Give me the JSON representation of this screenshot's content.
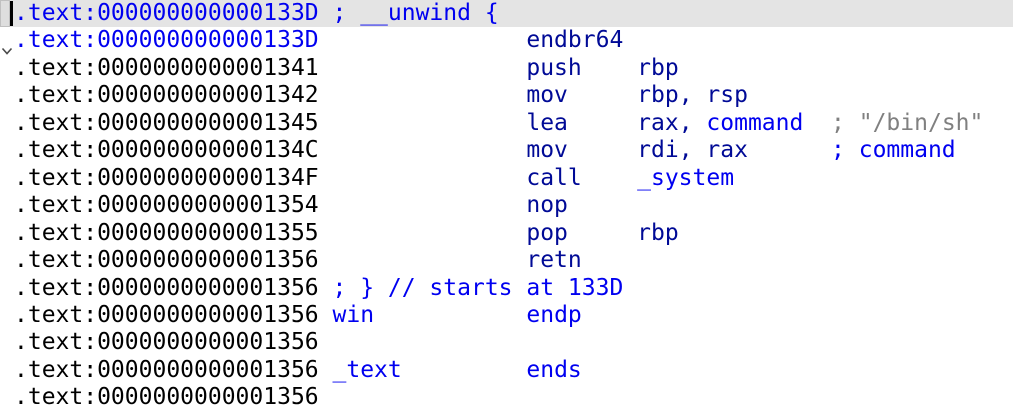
{
  "view": {
    "title": "IDA disassembly listing",
    "segment_name": ".text",
    "function_name": "win",
    "string_literal": "/bin/sh"
  },
  "colors": {
    "background": "#ffffff",
    "selected_line_bg": "#e4e4e4",
    "address_default": "#000000",
    "address_highlight": "#0000f0",
    "instruction_navy": "#000a96",
    "name_blue": "#0000f0",
    "comment_gray": "#808080",
    "caret": "#000000"
  },
  "icons": {
    "collapse_arrow": "chevron-down"
  },
  "lines": [
    {
      "selected": true,
      "caret": true,
      "collapse_arrow": false,
      "segments": [
        [
          "h",
          ".text:000000000000133D"
        ],
        [
          "p",
          " "
        ],
        [
          "b",
          "; __unwind {"
        ]
      ]
    },
    {
      "selected": false,
      "caret": false,
      "collapse_arrow": true,
      "segments": [
        [
          "h",
          ".text:000000000000133D"
        ],
        [
          "p",
          "               "
        ],
        [
          "i",
          "endbr64"
        ]
      ]
    },
    {
      "selected": false,
      "caret": false,
      "collapse_arrow": false,
      "segments": [
        [
          "a",
          ".text:0000000000001341"
        ],
        [
          "p",
          "               "
        ],
        [
          "i",
          "push"
        ],
        [
          "p",
          "    "
        ],
        [
          "i",
          "rbp"
        ]
      ]
    },
    {
      "selected": false,
      "caret": false,
      "collapse_arrow": false,
      "segments": [
        [
          "a",
          ".text:0000000000001342"
        ],
        [
          "p",
          "               "
        ],
        [
          "i",
          "mov"
        ],
        [
          "p",
          "     "
        ],
        [
          "i",
          "rbp, rsp"
        ]
      ]
    },
    {
      "selected": false,
      "caret": false,
      "collapse_arrow": false,
      "segments": [
        [
          "a",
          ".text:0000000000001345"
        ],
        [
          "p",
          "               "
        ],
        [
          "i",
          "lea"
        ],
        [
          "p",
          "     "
        ],
        [
          "i",
          "rax, "
        ],
        [
          "b",
          "command"
        ],
        [
          "p",
          "  "
        ],
        [
          "g",
          "; \"/bin/sh\""
        ]
      ]
    },
    {
      "selected": false,
      "caret": false,
      "collapse_arrow": false,
      "segments": [
        [
          "a",
          ".text:000000000000134C"
        ],
        [
          "p",
          "               "
        ],
        [
          "i",
          "mov"
        ],
        [
          "p",
          "     "
        ],
        [
          "i",
          "rdi, rax"
        ],
        [
          "p",
          "      "
        ],
        [
          "b",
          "; command"
        ]
      ]
    },
    {
      "selected": false,
      "caret": false,
      "collapse_arrow": false,
      "segments": [
        [
          "a",
          ".text:000000000000134F"
        ],
        [
          "p",
          "               "
        ],
        [
          "i",
          "call"
        ],
        [
          "p",
          "    "
        ],
        [
          "b",
          "_system"
        ]
      ]
    },
    {
      "selected": false,
      "caret": false,
      "collapse_arrow": false,
      "segments": [
        [
          "a",
          ".text:0000000000001354"
        ],
        [
          "p",
          "               "
        ],
        [
          "i",
          "nop"
        ]
      ]
    },
    {
      "selected": false,
      "caret": false,
      "collapse_arrow": false,
      "segments": [
        [
          "a",
          ".text:0000000000001355"
        ],
        [
          "p",
          "               "
        ],
        [
          "i",
          "pop"
        ],
        [
          "p",
          "     "
        ],
        [
          "i",
          "rbp"
        ]
      ]
    },
    {
      "selected": false,
      "caret": false,
      "collapse_arrow": false,
      "segments": [
        [
          "a",
          ".text:0000000000001356"
        ],
        [
          "p",
          "               "
        ],
        [
          "i",
          "retn"
        ]
      ]
    },
    {
      "selected": false,
      "caret": false,
      "collapse_arrow": false,
      "segments": [
        [
          "a",
          ".text:0000000000001356"
        ],
        [
          "p",
          " "
        ],
        [
          "b",
          "; } // starts at 133D"
        ]
      ]
    },
    {
      "selected": false,
      "caret": false,
      "collapse_arrow": false,
      "segments": [
        [
          "a",
          ".text:0000000000001356"
        ],
        [
          "p",
          " "
        ],
        [
          "b",
          "win"
        ],
        [
          "p",
          "           "
        ],
        [
          "b",
          "endp"
        ]
      ]
    },
    {
      "selected": false,
      "caret": false,
      "collapse_arrow": false,
      "segments": [
        [
          "a",
          ".text:0000000000001356"
        ]
      ]
    },
    {
      "selected": false,
      "caret": false,
      "collapse_arrow": false,
      "segments": [
        [
          "a",
          ".text:0000000000001356"
        ],
        [
          "p",
          " "
        ],
        [
          "b",
          "_text"
        ],
        [
          "p",
          "         "
        ],
        [
          "b",
          "ends"
        ]
      ]
    },
    {
      "selected": false,
      "caret": false,
      "collapse_arrow": false,
      "segments": [
        [
          "a",
          ".text:0000000000001356"
        ]
      ]
    }
  ]
}
